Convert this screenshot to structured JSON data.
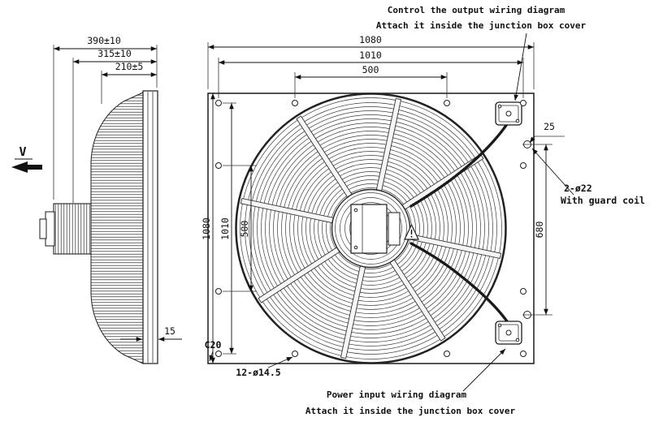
{
  "side_view": {
    "view_label": "V",
    "dim_depth_total": "390±10",
    "dim_depth_mid": "315±10",
    "dim_depth_front": "210±5",
    "dim_flange_thickness": "15"
  },
  "front_view": {
    "dim_width_outer": "1080",
    "dim_width_holes": "1010",
    "dim_width_inner": "500",
    "dim_height_outer": "1080",
    "dim_height_holes": "1010",
    "dim_height_inner": "500",
    "dim_hole_offset": "25",
    "dim_cable_holes_spacing": "680",
    "mounting_holes_note": "12-ø14.5",
    "chamfer_note": "C20",
    "cable_holes_note": "2-ø22",
    "cable_holes_note2": "With guard coil"
  },
  "annotations": {
    "output_wiring_line1": "Control the output wiring diagram",
    "output_wiring_line2": "Attach it inside the junction box cover",
    "input_wiring_line1": "Power input wiring diagram",
    "input_wiring_line2": "Attach it inside the junction box cover"
  }
}
